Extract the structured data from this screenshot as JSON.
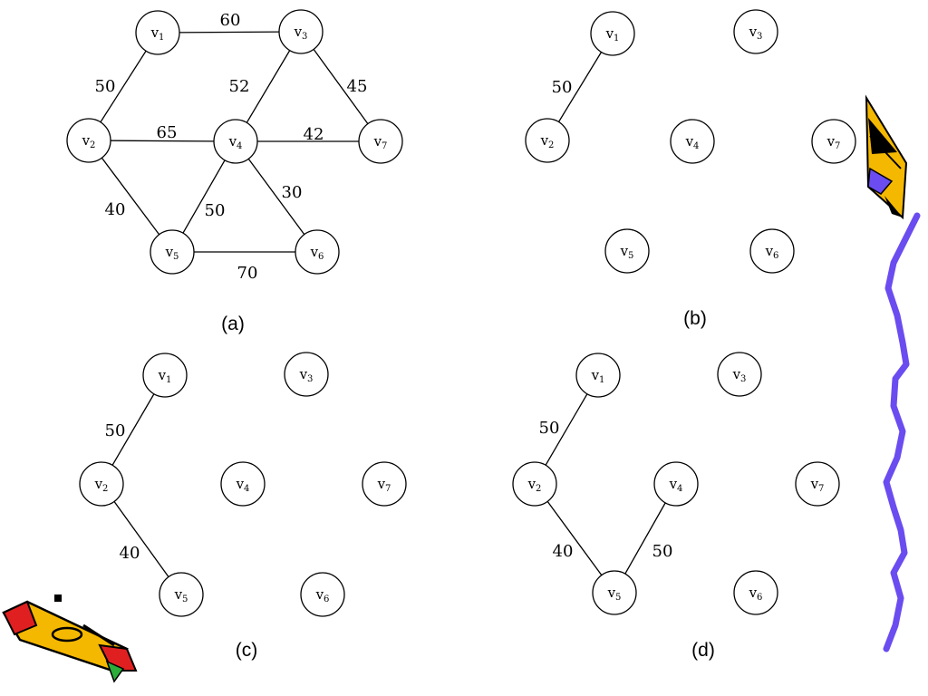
{
  "colors": {
    "squiggle": "#6a4cf0",
    "pencil_body": "#f5b800",
    "pencil_tip": "#e02020",
    "black": "#000000"
  },
  "nodes": {
    "v1": {
      "base": "v",
      "sub": "1"
    },
    "v2": {
      "base": "v",
      "sub": "2"
    },
    "v3": {
      "base": "v",
      "sub": "3"
    },
    "v4": {
      "base": "v",
      "sub": "4"
    },
    "v5": {
      "base": "v",
      "sub": "5"
    },
    "v6": {
      "base": "v",
      "sub": "6"
    },
    "v7": {
      "base": "v",
      "sub": "7"
    }
  },
  "graphs": [
    {
      "id": "a",
      "caption": "(a)",
      "edges": [
        {
          "from": "v1",
          "to": "v3",
          "weight": "60"
        },
        {
          "from": "v1",
          "to": "v2",
          "weight": "50"
        },
        {
          "from": "v3",
          "to": "v4",
          "weight": "52"
        },
        {
          "from": "v3",
          "to": "v7",
          "weight": "45"
        },
        {
          "from": "v2",
          "to": "v4",
          "weight": "65"
        },
        {
          "from": "v4",
          "to": "v7",
          "weight": "42"
        },
        {
          "from": "v4",
          "to": "v6",
          "weight": "30"
        },
        {
          "from": "v2",
          "to": "v5",
          "weight": "40"
        },
        {
          "from": "v4",
          "to": "v5",
          "weight": "50"
        },
        {
          "from": "v5",
          "to": "v6",
          "weight": "70"
        }
      ]
    },
    {
      "id": "b",
      "caption": "(b)",
      "edges": [
        {
          "from": "v1",
          "to": "v2",
          "weight": "50"
        }
      ]
    },
    {
      "id": "c",
      "caption": "(c)",
      "edges": [
        {
          "from": "v1",
          "to": "v2",
          "weight": "50"
        },
        {
          "from": "v2",
          "to": "v5",
          "weight": "40"
        }
      ]
    },
    {
      "id": "d",
      "caption": "(d)",
      "edges": [
        {
          "from": "v1",
          "to": "v2",
          "weight": "50"
        },
        {
          "from": "v2",
          "to": "v5",
          "weight": "40"
        },
        {
          "from": "v4",
          "to": "v5",
          "weight": "50"
        }
      ]
    }
  ],
  "decorations": [
    {
      "name": "squiggle-line",
      "icon": "squiggle-icon"
    },
    {
      "name": "pencil-sketch",
      "icon": "pencil-icon"
    },
    {
      "name": "crayon-clipart",
      "icon": "crayon-icon"
    }
  ]
}
